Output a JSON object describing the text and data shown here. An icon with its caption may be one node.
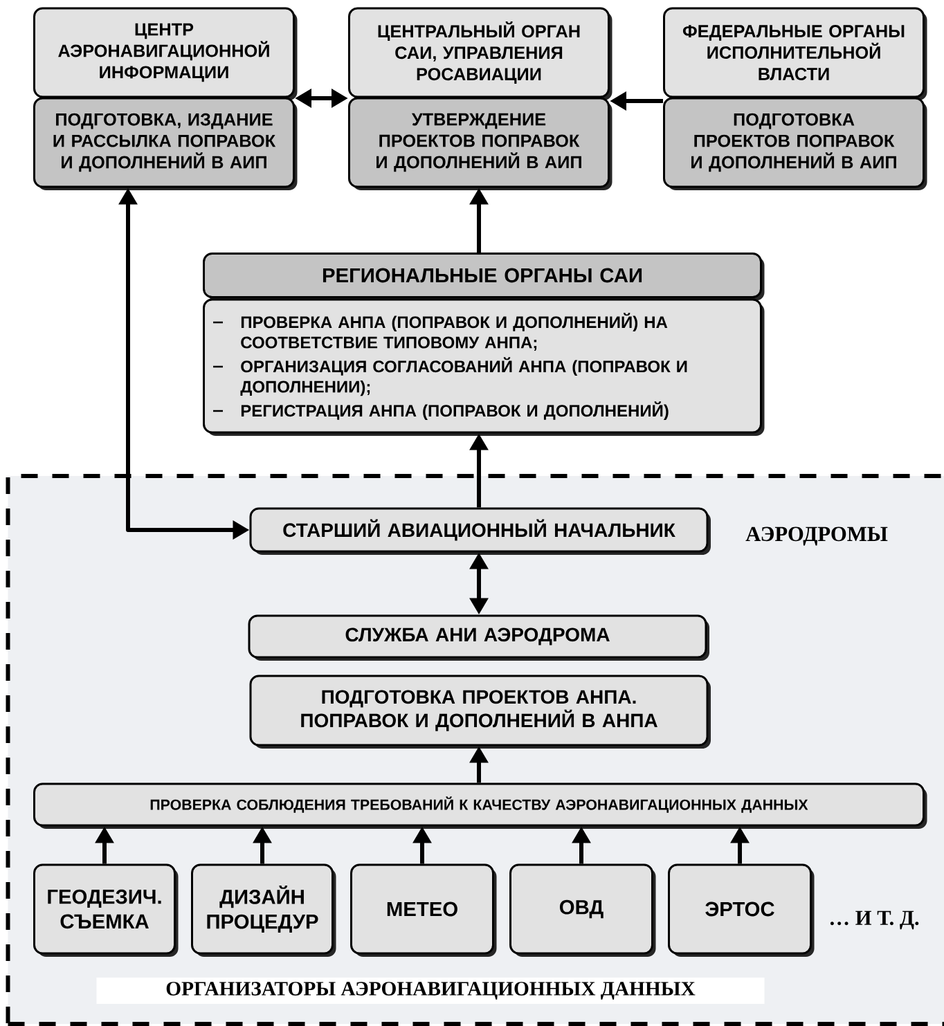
{
  "diagram": {
    "nodes": [
      {
        "text": [
          "ЦЕНТР АЭРОНАВИГАЦИОННОЙ ИНФОРМАЦИИ"
        ]
      },
      {
        "text": [
          "ПОДГОТОВКА, ИЗДАНИЕ И РАССЫЛКА ПОПРАВОК И ДОПОЛНЕНИЙ В АИП"
        ]
      },
      {
        "text": [
          "ЦЕНТРАЛЬНЫЙ ОРГАН САИ, УПРАВЛЕНИЯ РОСАВИАЦИИ"
        ]
      },
      {
        "text": [
          "УТВЕРЖДЕНИЕ ПРОЕКТОВ ПОПРАВОК И ДОПОЛНЕНИЙ В АИП"
        ]
      },
      {
        "text": [
          "ФЕДЕРАЛЬНЫЕ ОРГАНЫ ИСПОЛНИТЕЛЬНОЙ ВЛАСТИ"
        ]
      },
      {
        "text": [
          "ПОДГОТОВКА ПРОЕКТОВ ПОПРАВОК И ДОПОЛНЕНИЙ В АИП"
        ]
      },
      {
        "text": [
          "РЕГИОНАЛЬНЫЕ ОРГАНЫ САИ"
        ]
      },
      {
        "text": [
          "ПРОВЕРКА АНПА (ПОПРАВОК И ДОПОЛНЕНИЙ) НА СООТВЕТСТВИЕ ТИПОВОМУ АНПА;",
          "ОРГАНИЗАЦИЯ СОГЛАСОВАНИЙ АНПА (ПОПРАВОК И ДОПОЛНЕНИИ);",
          "РЕГИСТРАЦИЯ АНПА (ПОПРАВОК И ДОПОЛНЕНИЙ)"
        ]
      },
      {
        "text": [
          "АЭРОДРОМЫ",
          "ОРГАНИЗАТОРЫ АЭРОНАВИГАЦИОННЫХ ДАННЫХ"
        ]
      },
      {
        "text": [
          "СТАРШИЙ АВИАЦИОННЫЙ НАЧАЛЬНИК"
        ],
        "in": 8
      },
      {
        "text": [
          "СЛУЖБА АНИ АЭРОДРОМА"
        ],
        "in": 8
      },
      {
        "text": [
          "ПОДГОТОВКА ПРОЕКТОВ АНПА. ПОПРАВОК И ДОПОЛНЕНИЙ В АНПА"
        ],
        "in": 8
      },
      {
        "text": [
          "ПРОВЕРКА СОБЛЮДЕНИЯ ТРЕБОВАНИЙ К КАЧЕСТВУ АЭРОНАВИГАЦИОННЫХ ДАННЫХ"
        ],
        "in": 8
      },
      {
        "text": [
          "ГЕОДЕЗИЧ. СЪЕМКА"
        ],
        "in": 8
      },
      {
        "text": [
          "ДИЗАЙН ПРОЦЕДУР"
        ],
        "in": 8
      },
      {
        "text": [
          "МЕТЕО"
        ],
        "in": 8
      },
      {
        "text": [
          "ОВД"
        ],
        "in": 8
      },
      {
        "text": [
          "ЭРТОС"
        ],
        "in": 8
      }
    ],
    "edges": [
      {
        "from": 0,
        "to": 2,
        "arrow": "both"
      },
      {
        "from": 4,
        "to": 2,
        "arrow": "to"
      },
      {
        "from": 6,
        "to": 3,
        "arrow": "to"
      },
      {
        "from": 9,
        "to": 7,
        "arrow": "to"
      },
      {
        "from": 9,
        "to": 1,
        "arrow": "both"
      },
      {
        "from": 9,
        "to": 10,
        "arrow": "both"
      },
      {
        "from": 12,
        "to": 11,
        "arrow": "to"
      },
      {
        "from": 13,
        "to": 12,
        "arrow": "to"
      },
      {
        "from": 14,
        "to": 12,
        "arrow": "to"
      },
      {
        "from": 15,
        "to": 12,
        "arrow": "to"
      },
      {
        "from": 16,
        "to": 12,
        "arrow": "to"
      },
      {
        "from": 17,
        "to": 12,
        "arrow": "to"
      }
    ],
    "labels": [
      "… И Т. Д."
    ]
  }
}
